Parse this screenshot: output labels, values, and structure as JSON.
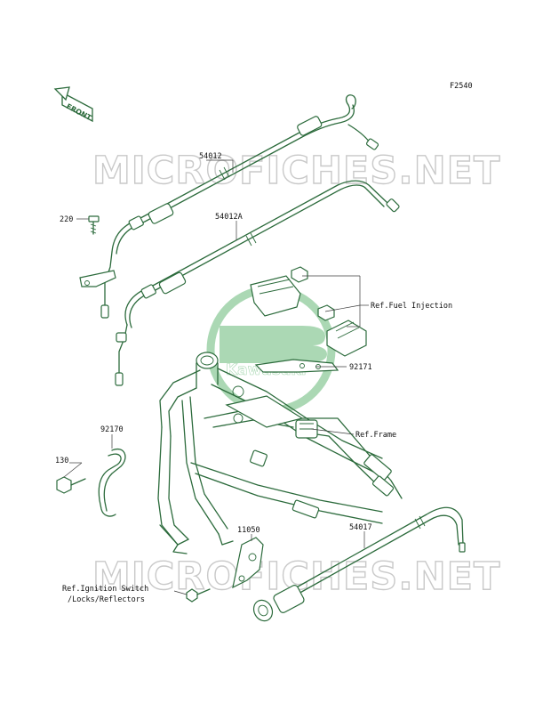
{
  "diagram": {
    "code": "F2540",
    "front_label": "FRONT",
    "watermark_text": "MICROFICHES.NET",
    "logo_text": "Kawasaki",
    "colors": {
      "line": "#2c6b3c",
      "watermark_logo": "#8fcc9c",
      "watermark_text": "#c9c9c9",
      "label": "#111111"
    }
  },
  "labels": {
    "p54012": "54012",
    "p54012a": "54012A",
    "p220": "220",
    "ref_fuel": "Ref.Fuel Injection",
    "p92171": "92171",
    "ref_frame": "Ref.Frame",
    "p92170": "92170",
    "p130": "130",
    "p11050": "11050",
    "p54017": "54017",
    "ref_ign_1": "Ref.Ignition Switch",
    "ref_ign_2": "/Locks/Reflectors"
  }
}
